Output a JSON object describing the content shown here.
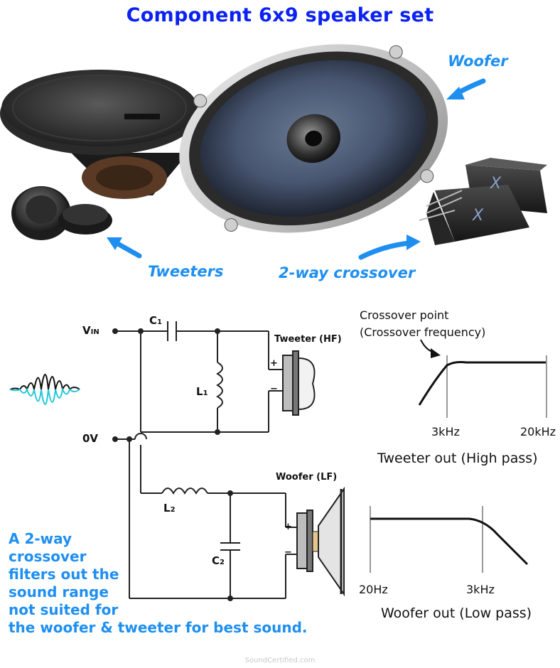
{
  "title": "Component 6x9 speaker set",
  "photo": {
    "woofer_label": "Woofer",
    "tweeters_label": "Tweeters",
    "crossover_label": "2-way crossover"
  },
  "circuit": {
    "vin_main": "V",
    "vin_sub": "IN",
    "ground": "0V",
    "c1_main": "C",
    "c1_sub": "1",
    "l1_main": "L",
    "l1_sub": "1",
    "l2_main": "L",
    "l2_sub": "2",
    "c2_main": "C",
    "c2_sub": "2",
    "tweeter_label": "Tweeter (HF)",
    "woofer_label": "Woofer (LF)",
    "plus": "+",
    "minus": "−"
  },
  "high_pass_graph": {
    "annotation_line1": "Crossover point",
    "annotation_line2": "(Crossover frequency)",
    "tick_left": "3kHz",
    "tick_right": "20kHz",
    "caption": "Tweeter out (High pass)"
  },
  "low_pass_graph": {
    "tick_left": "20Hz",
    "tick_right": "3kHz",
    "caption": "Woofer out (Low pass)"
  },
  "note_lines": [
    "A 2-way",
    "crossover",
    "filters out the",
    "sound range",
    "not suited for",
    "the woofer & tweeter for best sound."
  ],
  "watermark": "SoundCertified.com",
  "colors": {
    "title": "#0b22f2",
    "label": "#1e8ff0",
    "wave_cyan": "#24c8d8"
  }
}
